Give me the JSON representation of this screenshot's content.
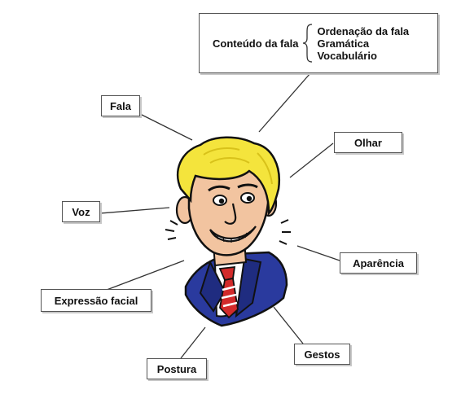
{
  "content_box": {
    "label": "Conteúdo da fala",
    "items": [
      "Ordenação da fala",
      "Gramática",
      "Vocabulário"
    ]
  },
  "labels": {
    "fala": "Fala",
    "olhar": "Olhar",
    "voz": "Voz",
    "aparencia": "Aparência",
    "expressao_facial": "Expressão facial",
    "gestos": "Gestos",
    "postura": "Postura"
  },
  "colors": {
    "hair": "#f4e43c",
    "hair_shade": "#d8c21a",
    "skin": "#f2c4a0",
    "suit": "#2a3a9e",
    "tie_red": "#d22a2a",
    "outline": "#111111"
  }
}
